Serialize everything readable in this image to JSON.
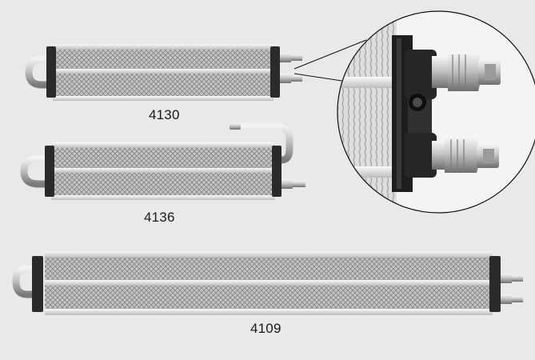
{
  "labels": {
    "cooler_small": "4130",
    "cooler_medium": "4136",
    "cooler_large": "4109"
  },
  "colors": {
    "background": "#e9e9e9",
    "fin_light": "#d6d6d6",
    "fin_dark": "#8e8e8e",
    "end_cap": "#2b2b2b",
    "tube": "#b8b8b8",
    "fitting": "#c9c9c9"
  }
}
